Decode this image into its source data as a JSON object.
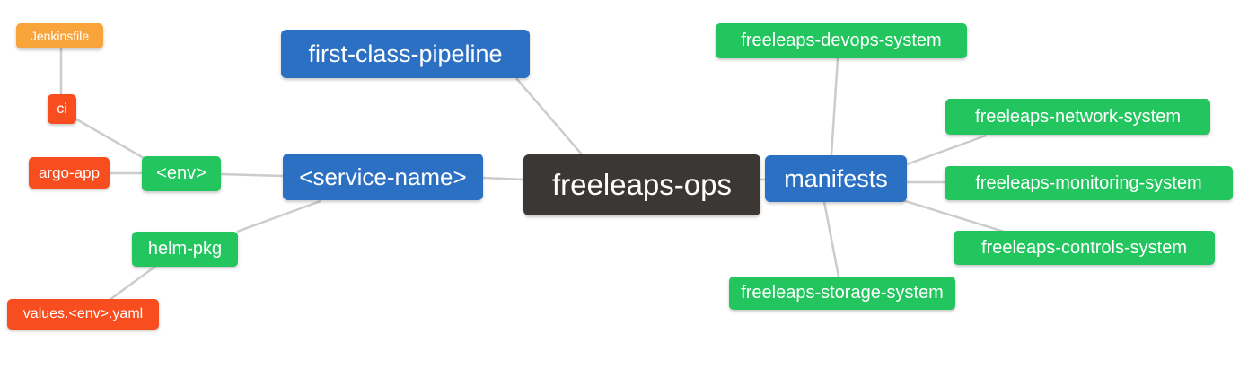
{
  "app": {
    "type": "mind-map-diagram",
    "background_color": "#ffffff",
    "edge_color": "#cccccc"
  },
  "palette": {
    "root_node": "#3b3734",
    "level1_node": "#2b70c2",
    "level2_node": "#22c55e",
    "level3_node": "#f84d1f",
    "level4_node": "#f9a33b",
    "node_text": "#ffffff"
  },
  "nodes": [
    {
      "label": "freeleaps-ops",
      "role": "root",
      "parent": null
    },
    {
      "label": "first-class-pipeline",
      "role": "level1",
      "parent": "freeleaps-ops"
    },
    {
      "label": "<service-name>",
      "role": "level1",
      "parent": "freeleaps-ops"
    },
    {
      "label": "manifests",
      "role": "level1",
      "parent": "freeleaps-ops"
    },
    {
      "label": "<env>",
      "role": "level2",
      "parent": "<service-name>"
    },
    {
      "label": "helm-pkg",
      "role": "level2",
      "parent": "<service-name>"
    },
    {
      "label": "ci",
      "role": "level3",
      "parent": "<env>"
    },
    {
      "label": "argo-app",
      "role": "level3",
      "parent": "<env>"
    },
    {
      "label": "Jenkinsfile",
      "role": "level4",
      "parent": "ci"
    },
    {
      "label": "values.<env>.yaml",
      "role": "level3",
      "parent": "helm-pkg"
    },
    {
      "label": "freeleaps-devops-system",
      "role": "level2",
      "parent": "manifests"
    },
    {
      "label": "freeleaps-network-system",
      "role": "level2",
      "parent": "manifests"
    },
    {
      "label": "freeleaps-monitoring-system",
      "role": "level2",
      "parent": "manifests"
    },
    {
      "label": "freeleaps-controls-system",
      "role": "level2",
      "parent": "manifests"
    },
    {
      "label": "freeleaps-storage-system",
      "role": "level2",
      "parent": "manifests"
    }
  ],
  "edges": [
    {
      "from": "Jenkinsfile",
      "to": "ci"
    },
    {
      "from": "ci",
      "to": "<env>"
    },
    {
      "from": "argo-app",
      "to": "<env>"
    },
    {
      "from": "<env>",
      "to": "<service-name>"
    },
    {
      "from": "<service-name>",
      "to": "freeleaps-ops"
    },
    {
      "from": "first-class-pipeline",
      "to": "freeleaps-ops"
    },
    {
      "from": "<service-name>",
      "to": "helm-pkg"
    },
    {
      "from": "helm-pkg",
      "to": "values.<env>.yaml"
    },
    {
      "from": "freeleaps-ops",
      "to": "manifests"
    },
    {
      "from": "manifests",
      "to": "freeleaps-devops-system"
    },
    {
      "from": "manifests",
      "to": "freeleaps-network-system"
    },
    {
      "from": "manifests",
      "to": "freeleaps-monitoring-system"
    },
    {
      "from": "manifests",
      "to": "freeleaps-controls-system"
    },
    {
      "from": "manifests",
      "to": "freeleaps-storage-system"
    }
  ]
}
